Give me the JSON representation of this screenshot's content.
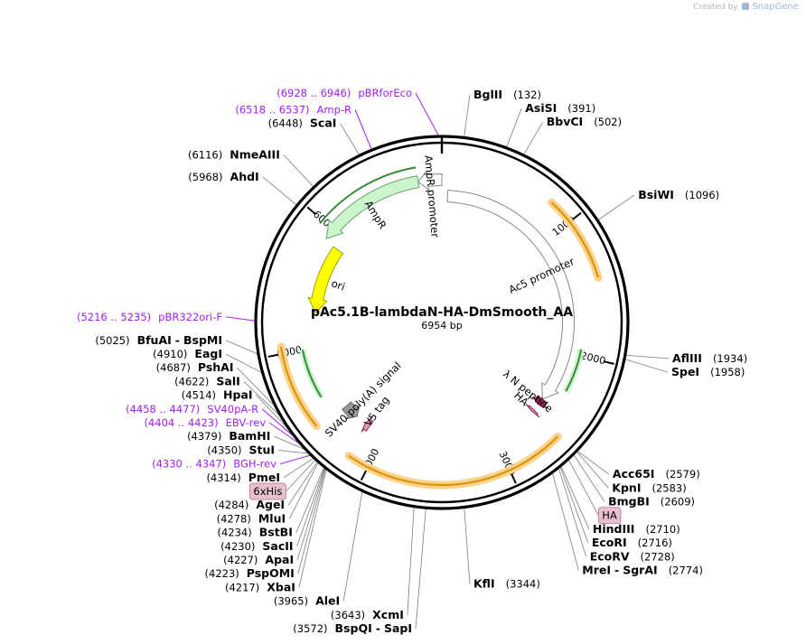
{
  "credit": {
    "prefix": "Created by",
    "brand": "SnapGene"
  },
  "plasmid": {
    "name": "pAc5.1B-lambdaN-HA-DmSmooth_AA",
    "size_label": "6954 bp",
    "length": 6954
  },
  "ticks": [
    "1000",
    "2000",
    "3000",
    "4000",
    "5000",
    "6000"
  ],
  "features": [
    {
      "id": "ampr-promoter",
      "label": "AmpR promoter",
      "start": 6770,
      "end": 6954,
      "strand": -1,
      "color": "#ffffff",
      "stroke": "#888888"
    },
    {
      "id": "ampr",
      "label": "AmpR",
      "start": 5910,
      "end": 6770,
      "strand": -1,
      "color": "#ccf5cc",
      "stroke": "#6aa36a"
    },
    {
      "id": "ori",
      "label": "ori",
      "start": 5300,
      "end": 5890,
      "strand": -1,
      "color": "#ffff00",
      "stroke": "#a0a000"
    },
    {
      "id": "ac5-promoter",
      "label": "Ac5 promoter",
      "start": 50,
      "end": 2460,
      "strand": 1,
      "color": "#ffffff",
      "stroke": "#888888"
    },
    {
      "id": "lambda-n",
      "label": "λ N peptide",
      "start": 2460,
      "end": 2520,
      "strand": 1,
      "color": "#8b2252",
      "stroke": "#8b2252"
    },
    {
      "id": "ha-tag",
      "label": "HA",
      "start": 2580,
      "end": 2600,
      "strand": 1,
      "color": "#d9a0b8",
      "stroke": "#8b2252"
    },
    {
      "id": "v5-tag",
      "label": "V5 tag",
      "start": 4150,
      "end": 4195,
      "strand": 1,
      "color": "#d9a0b8",
      "stroke": "#8b2252"
    },
    {
      "id": "sv40-polya",
      "label": "SV40 poly(A) signal",
      "start": 4290,
      "end": 4420,
      "strand": -1,
      "color": "#999999",
      "stroke": "#666666"
    }
  ],
  "enzymes": [
    {
      "label": "BglII",
      "pos": 132
    },
    {
      "label": "AsiSI",
      "pos": 391
    },
    {
      "label": "BbvCI",
      "pos": 502
    },
    {
      "label": "BsiWI",
      "pos": 1096
    },
    {
      "label": "AflIII",
      "pos": 1934
    },
    {
      "label": "SpeI",
      "pos": 1958
    },
    {
      "label": "Acc65I",
      "pos": 2579
    },
    {
      "label": "KpnI",
      "pos": 2583
    },
    {
      "label": "BmgBI",
      "pos": 2609
    },
    {
      "label": "HA",
      "pos": 2650,
      "boxed": true
    },
    {
      "label": "HindIII",
      "pos": 2710
    },
    {
      "label": "EcoRI",
      "pos": 2716
    },
    {
      "label": "EcoRV",
      "pos": 2728
    },
    {
      "label": "MreI",
      "label2": "SgrAI",
      "pos": 2774
    },
    {
      "label": "KflI",
      "pos": 3344
    },
    {
      "label": "BspQI",
      "label2": "SapI",
      "pos": 3572
    },
    {
      "label": "XcmI",
      "pos": 3643
    },
    {
      "label": "AleI",
      "pos": 3965
    },
    {
      "label": "XbaI",
      "pos": 4217
    },
    {
      "label": "PspOMI",
      "pos": 4223
    },
    {
      "label": "ApaI",
      "pos": 4227
    },
    {
      "label": "SacII",
      "pos": 4230
    },
    {
      "label": "BstBI",
      "pos": 4234
    },
    {
      "label": "MluI",
      "pos": 4278
    },
    {
      "label": "AgeI",
      "pos": 4284
    },
    {
      "label": "6xHis",
      "pos": 4300,
      "boxed": true
    },
    {
      "label": "PmeI",
      "pos": 4314
    },
    {
      "label": "StuI",
      "pos": 4350
    },
    {
      "label": "BamHI",
      "pos": 4379
    },
    {
      "label": "HpaI",
      "pos": 4514
    },
    {
      "label": "SalI",
      "pos": 4622
    },
    {
      "label": "PshAI",
      "pos": 4687
    },
    {
      "label": "EagI",
      "pos": 4910
    },
    {
      "label": "BfuAI",
      "label2": "BspMI",
      "pos": 5025
    },
    {
      "label": "AhdI",
      "pos": 5968
    },
    {
      "label": "NmeAIII",
      "pos": 6116
    },
    {
      "label": "ScaI",
      "pos": 6448
    }
  ],
  "primers": [
    {
      "label": "pBRforEco",
      "range": "(6928 .. 6946)",
      "pos": 6937
    },
    {
      "label": "Amp-R",
      "range": "(6518 .. 6537)",
      "pos": 6527
    },
    {
      "label": "pBR322ori-F",
      "range": "(5216 .. 5235)",
      "pos": 5225
    },
    {
      "label": "SV40pA-R",
      "range": "(4458 .. 4477)",
      "pos": 4467
    },
    {
      "label": "EBV-rev",
      "range": "(4404 .. 4423)",
      "pos": 4413
    },
    {
      "label": "BGH-rev",
      "range": "(4330 .. 4347)",
      "pos": 4338
    }
  ]
}
